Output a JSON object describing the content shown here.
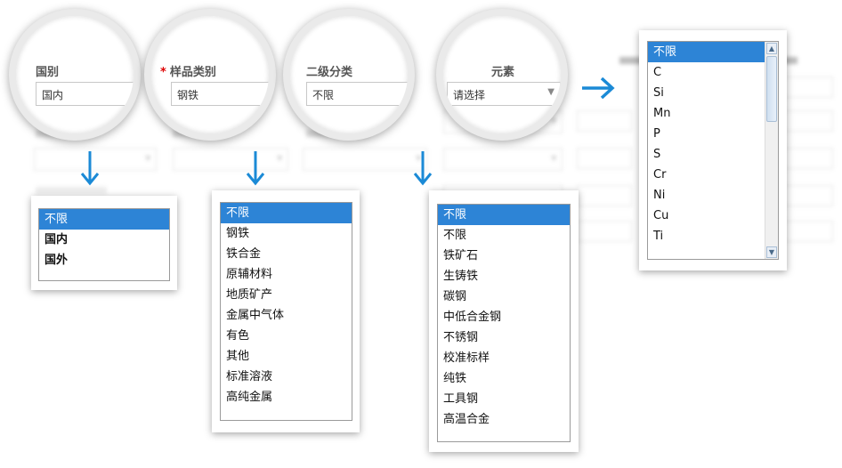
{
  "form": {
    "country": {
      "label": "国别",
      "value": "国内"
    },
    "sample_type": {
      "required_mark": "*",
      "label": "样品类别",
      "value": "钢铁"
    },
    "subcategory": {
      "label": "二级分类",
      "value": "不限"
    },
    "element": {
      "label": "元素",
      "value": "请选择"
    }
  },
  "country_options": [
    "不限",
    "国内",
    "国外"
  ],
  "sample_type_options": [
    "不限",
    "钢铁",
    "铁合金",
    "原辅材料",
    "地质矿产",
    "金属中气体",
    "有色",
    "其他",
    "标准溶液",
    "高纯金属"
  ],
  "subcategory_options": [
    "不限",
    "不限",
    "铁矿石",
    "生铸铁",
    "碳钢",
    "中低合金钢",
    "不锈钢",
    "校准标样",
    "纯铁",
    "工具钢",
    "高温合金"
  ],
  "element_options": [
    "不限",
    "C",
    "Si",
    "Mn",
    "P",
    "S",
    "Cr",
    "Ni",
    "Cu",
    "Ti"
  ],
  "colors": {
    "accent_blue": "#2d84d6",
    "arrow_blue": "#1b8ad6"
  },
  "icons": {
    "down_arrow": "arrow-down-icon",
    "right_arrow": "arrow-right-icon",
    "dropdown": "chevron-down-icon"
  }
}
